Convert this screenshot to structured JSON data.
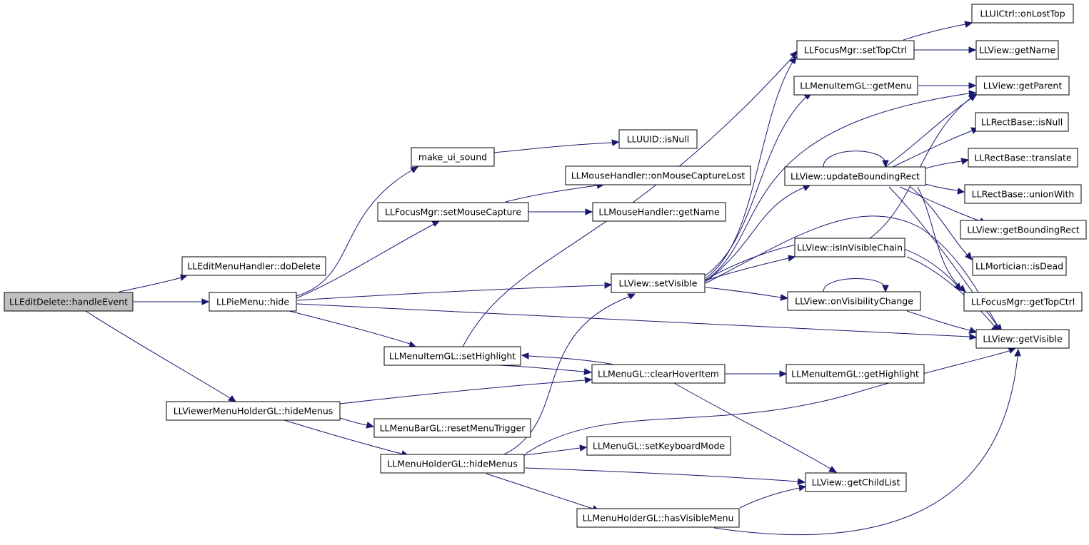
{
  "diagram": {
    "type": "call-graph",
    "colors": {
      "edge": "#191970",
      "root_fill": "#bfbfbf",
      "node_fill": "#ffffff",
      "border": "#000000"
    },
    "nodes": {
      "handleEvent": "LLEditDelete::handleEvent",
      "doDelete": "LLEditMenuHandler::doDelete",
      "pieHide": "LLPieMenu::hide",
      "viewerHideMenus": "LLViewerMenuHolderGL::hideMenus",
      "makeUiSound": "make_ui_sound",
      "uuidIsNull": "LLUUID::isNull",
      "setMouseCapture": "LLFocusMgr::setMouseCapture",
      "onMouseCaptureLost": "LLMouseHandler::onMouseCaptureLost",
      "mouseGetName": "LLMouseHandler::getName",
      "setHighlight": "LLMenuItemGL::setHighlight",
      "setVisible": "LLView::setVisible",
      "clearHoverItem": "LLMenuGL::clearHoverItem",
      "resetMenuTrigger": "LLMenuBarGL::resetMenuTrigger",
      "holderHideMenus": "LLMenuHolderGL::hideMenus",
      "setKeyboardMode": "LLMenuGL::setKeyboardMode",
      "hasVisibleMenu": "LLMenuHolderGL::hasVisibleMenu",
      "getChildList": "LLView::getChildList",
      "getHighlight": "LLMenuItemGL::getHighlight",
      "onVisibilityChange": "LLView::onVisibilityChange",
      "isInVisibleChain": "LLView::isInVisibleChain",
      "updateBoundingRect": "LLView::updateBoundingRect",
      "getMenu": "LLMenuItemGL::getMenu",
      "setTopCtrl": "LLFocusMgr::setTopCtrl",
      "onLostTop": "LLUICtrl::onLostTop",
      "viewGetName": "LLView::getName",
      "getParent": "LLView::getParent",
      "rectIsNull": "LLRectBase::isNull",
      "translate": "LLRectBase::translate",
      "unionWith": "LLRectBase::unionWith",
      "getBoundingRect": "LLView::getBoundingRect",
      "isDead": "LLMortician::isDead",
      "getTopCtrl": "LLFocusMgr::getTopCtrl",
      "getVisible": "LLView::getVisible"
    }
  }
}
